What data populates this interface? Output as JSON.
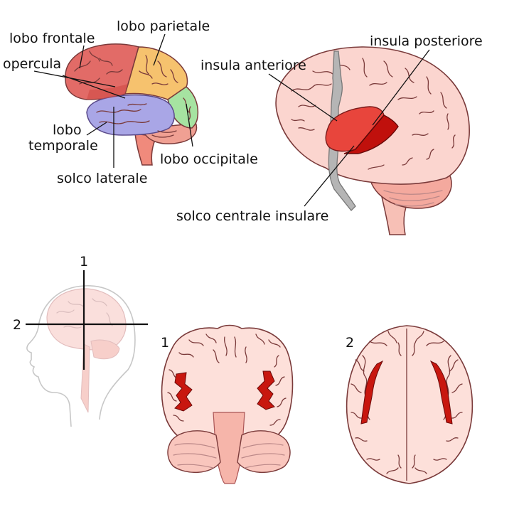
{
  "labels": {
    "lobo_frontale": "lobo frontale",
    "lobo_parietale": "lobo parietale",
    "opercula": "opercula",
    "lobo_temporale_1": "lobo",
    "lobo_temporale_2": "temporale",
    "solco_laterale": "solco laterale",
    "lobo_occipitale": "lobo occipitale",
    "insula_anteriore": "insula anteriore",
    "insula_posteriore": "insula posteriore",
    "solco_centrale_insulare": "solco centrale insulare"
  },
  "section_numbers": {
    "vertical_plane": "1",
    "horizontal_plane": "2",
    "coronal_section": "1",
    "axial_section": "2"
  },
  "colors": {
    "frontal": "#e26b67",
    "parietal": "#f6c26e",
    "occipital": "#a6e3a1",
    "temporal": "#a9a6e6",
    "cerebellum": "#f0a093",
    "brain_pink": "#fbd5cf",
    "insula_anterior": "#e8453c",
    "insula_posterior": "#c0100c",
    "insula_section": "#c8170f",
    "vessel_gray": "#b5b5b5"
  }
}
